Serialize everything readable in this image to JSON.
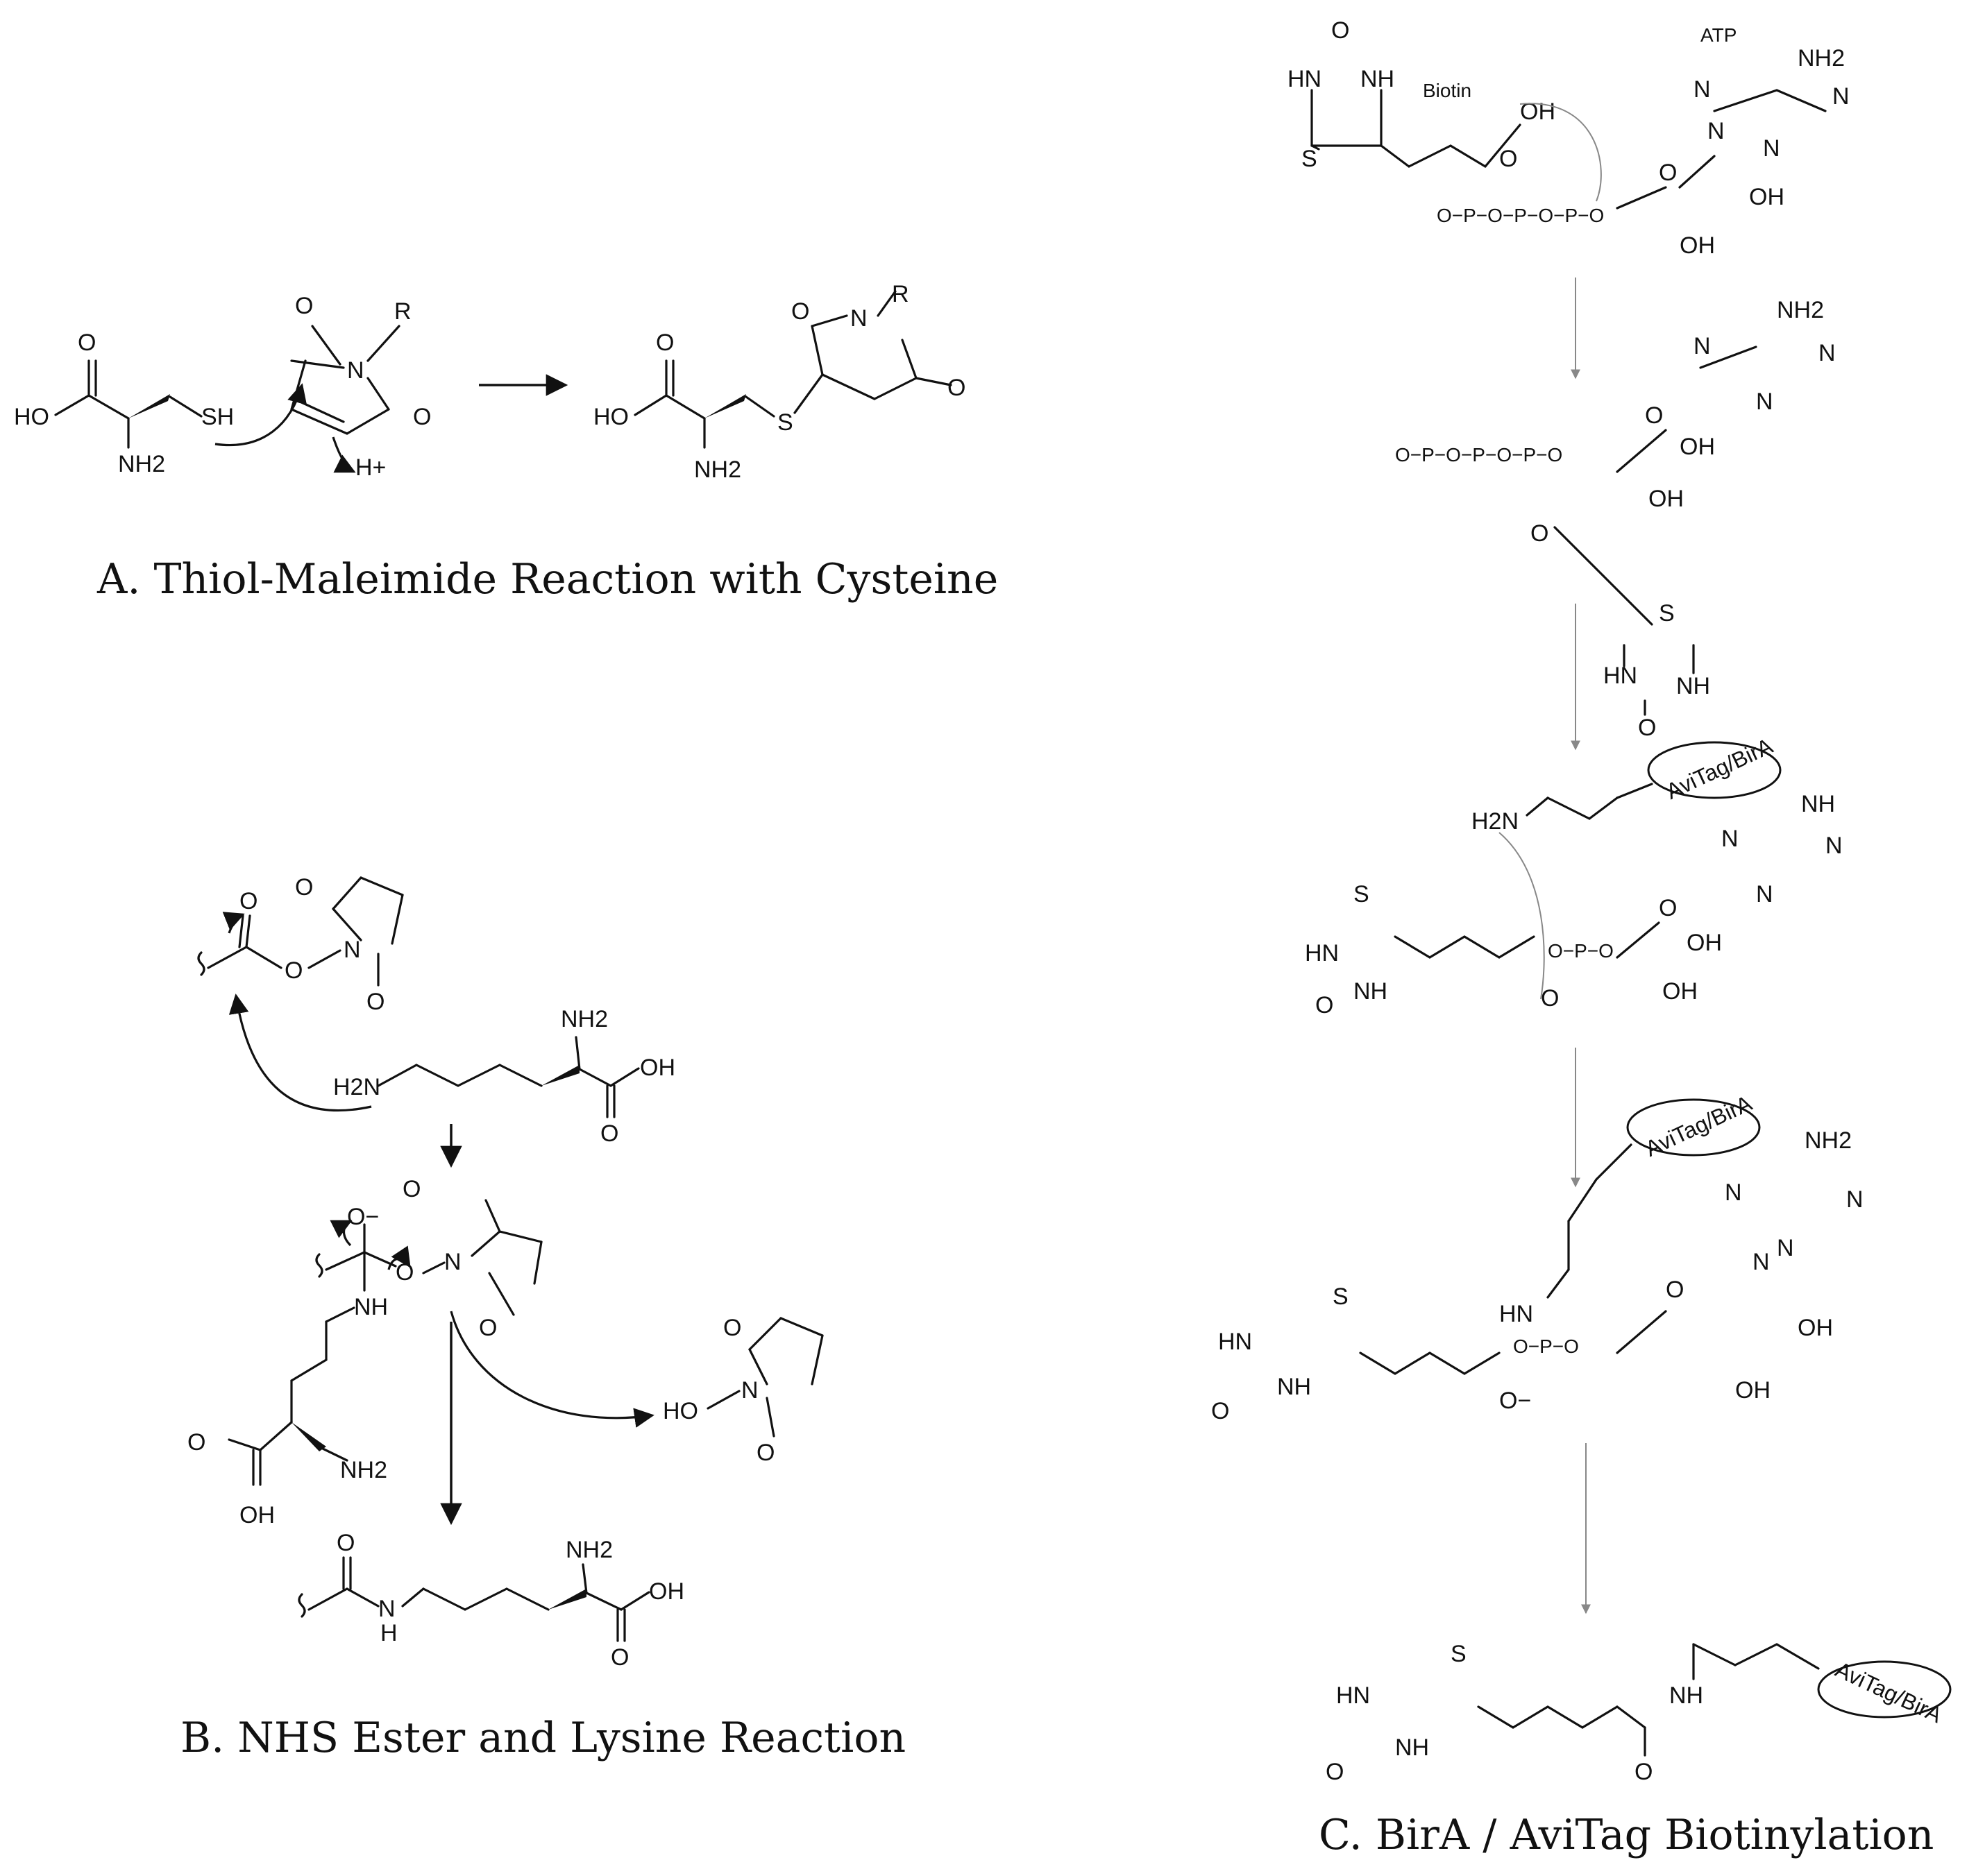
{
  "captions": {
    "a": "A. Thiol-Maleimide Reaction with Cysteine",
    "b": "B.  NHS Ester and Lysine Reaction",
    "c": "C. BirA / AviTag Biotinylation"
  },
  "panel_a": {
    "labels": [
      "O",
      "HO",
      "NH2",
      "SH",
      "O",
      "N",
      "R",
      "O",
      "H+",
      "O",
      "HO",
      "NH2",
      "S",
      "O",
      "N",
      "R",
      "O"
    ]
  },
  "panel_b": {
    "labels": [
      "O",
      "O",
      "N",
      "O",
      "O",
      "NH2",
      "H2N",
      "OH",
      "O",
      "O−",
      "O",
      "N",
      "O",
      "O",
      "NH",
      "O",
      "OH",
      "NH2",
      "HO",
      "N",
      "O",
      "O",
      "O",
      "NH2",
      "OH",
      "O",
      "N",
      "H"
    ]
  },
  "panel_c": {
    "texts": {
      "biotin": "Biotin",
      "atp": "ATP",
      "tag": "AviTag/BirA"
    }
  },
  "colors": {
    "ink": "#111111",
    "faint_arrow": "#888888",
    "background": "#ffffff"
  }
}
